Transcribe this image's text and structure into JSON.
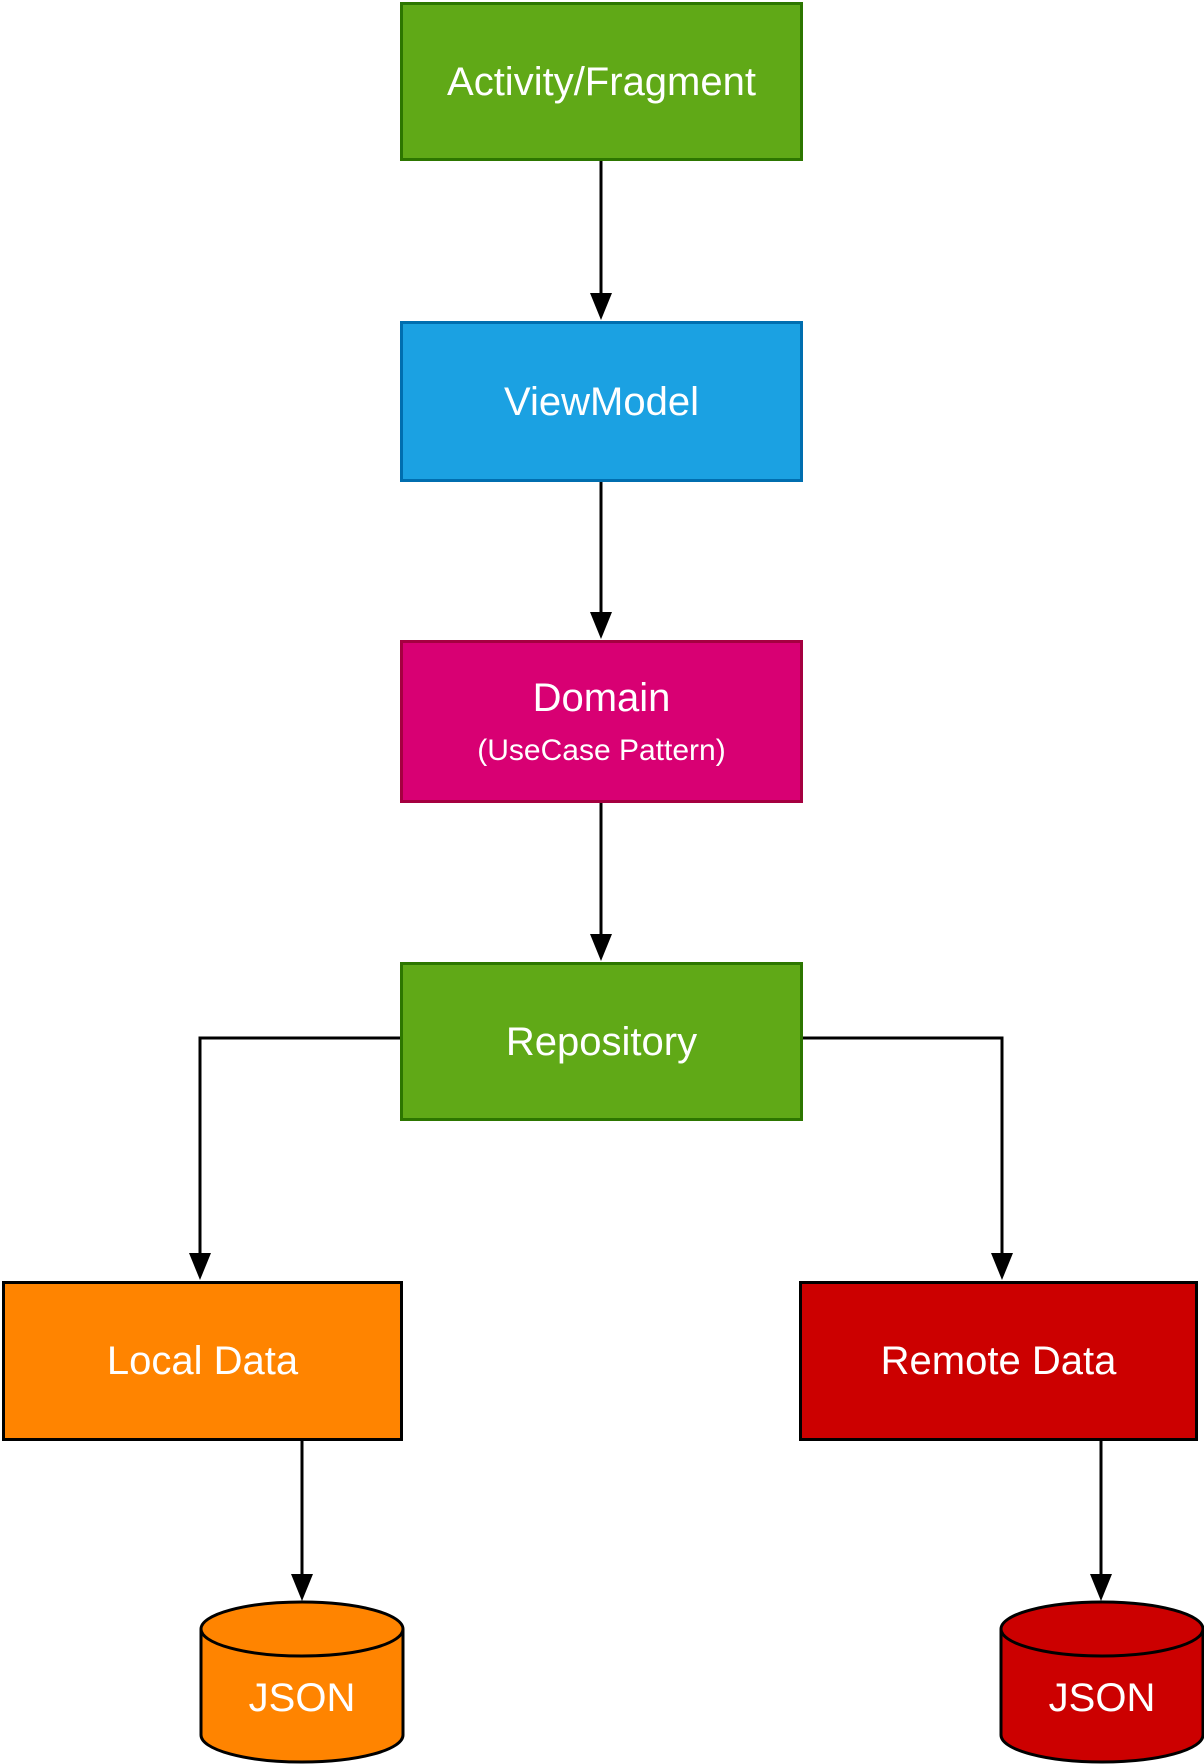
{
  "diagram": {
    "text_color": "#FFFFFF",
    "connector_color": "#000000",
    "nodes": {
      "activity": {
        "label": "Activity/Fragment",
        "fill": "#60A917",
        "border": "#2D7600"
      },
      "viewmodel": {
        "label": "ViewModel",
        "fill": "#1BA1E2",
        "border": "#006EAF"
      },
      "domain": {
        "label": "Domain",
        "sublabel": "(UseCase Pattern)",
        "fill": "#D80073",
        "border": "#A50040"
      },
      "repository": {
        "label": "Repository",
        "fill": "#60A917",
        "border": "#2D7600"
      },
      "local_data": {
        "label": "Local Data",
        "fill": "#FF8400",
        "border": "#000000"
      },
      "remote_data": {
        "label": "Remote Data",
        "fill": "#CC0000",
        "border": "#000000"
      },
      "local_json": {
        "label": "JSON",
        "fill": "#FF8400",
        "border": "#000000"
      },
      "remote_json": {
        "label": "JSON",
        "fill": "#CC0000",
        "border": "#000000"
      }
    },
    "edges": [
      {
        "from": "activity",
        "to": "viewmodel"
      },
      {
        "from": "viewmodel",
        "to": "domain"
      },
      {
        "from": "domain",
        "to": "repository"
      },
      {
        "from": "repository",
        "to": "local_data"
      },
      {
        "from": "repository",
        "to": "remote_data"
      },
      {
        "from": "local_data",
        "to": "local_json"
      },
      {
        "from": "remote_data",
        "to": "remote_json"
      }
    ]
  }
}
